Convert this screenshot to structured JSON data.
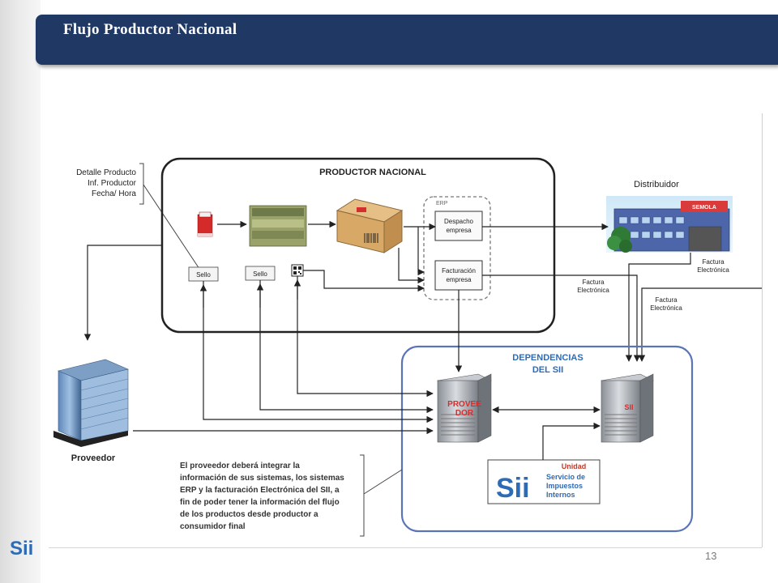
{
  "header": {
    "title": "Flujo Productor Nacional"
  },
  "footer": {
    "page_number": "13"
  },
  "diagram": {
    "info_labels": [
      "Detalle Producto",
      "Inf. Productor",
      "Fecha/ Hora"
    ],
    "productor_title": "PRODUCTOR NACIONAL",
    "erp_label": "ERP",
    "despacho": [
      "Despacho",
      "empresa"
    ],
    "facturacion": [
      "Facturación",
      "empresa"
    ],
    "sello1": "Sello",
    "sello2": "Sello",
    "distribuidor": "Distribuidor",
    "store_sign": "SEMOLA",
    "factura_dist": [
      "Factura",
      "Electrónica"
    ],
    "factura_mid": [
      "Factura",
      "Electrónica"
    ],
    "factura_right": [
      "Factura",
      "Electrónica"
    ],
    "dependencias": [
      "DEPENDENCIAS",
      "DEL SII"
    ],
    "proveedor_server": [
      "PROVEE",
      "DOR"
    ],
    "sii_server": "SII",
    "proveedor": "Proveedor",
    "unidad": {
      "top": "Unidad",
      "logo": "Sii",
      "lines": [
        "Servicio de",
        "Impuestos",
        "Internos"
      ]
    },
    "note_lines": [
      "El proveedor deberá integrar la",
      "información de sus sistemas, los sistemas",
      "ERP y la facturación Electrónica del SII, a",
      "fin de poder tener la información del flujo",
      "de los productos desde productor a",
      "consumidor final"
    ]
  },
  "logo_text": "Sii",
  "colors": {
    "header": "#1f3864",
    "sii_blue": "#2e6bb5",
    "dependencias_border": "#5b74b8",
    "unidad_red": "#c0392b"
  }
}
